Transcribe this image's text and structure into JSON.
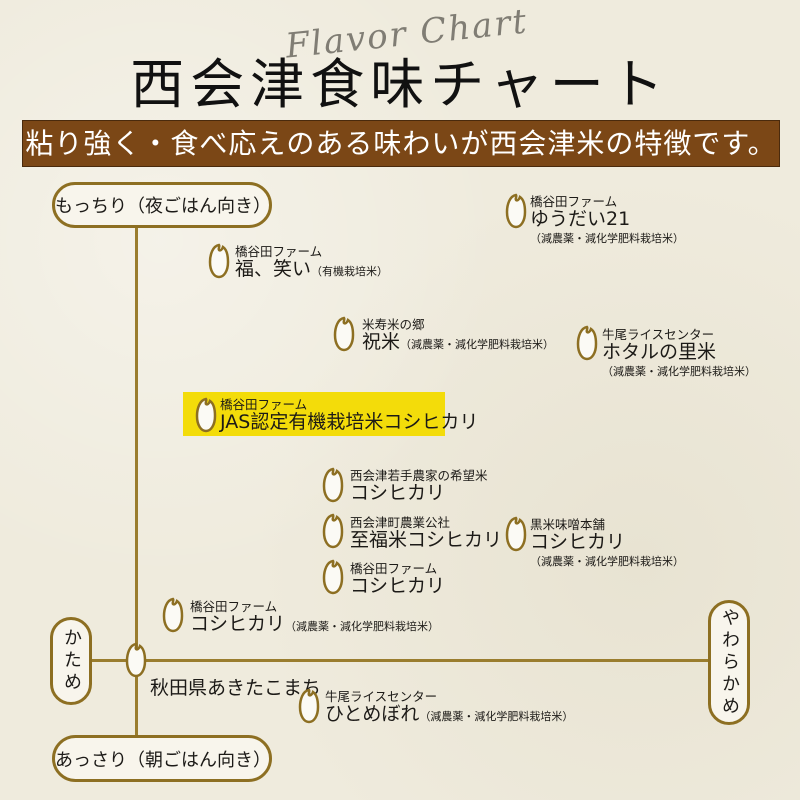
{
  "header": {
    "script_title": "Flavor Chart",
    "title": "西会津食味チャート",
    "banner": "粘り強く・食べ応えのある味わいが西会津米の特徴です。"
  },
  "axes": {
    "top": "もっちり（夜ごはん向き）",
    "bottom": "あっさり（朝ごはん向き）",
    "left": "かため",
    "right": "やわらかめ"
  },
  "colors": {
    "banner": "#7b4716",
    "axis": "#9a7d2e",
    "highlight": "#f3dc0a"
  },
  "items": [
    {
      "producer": "橋谷田ファーム",
      "name": "ゆうだい21",
      "note": "（減農薬・減化学肥料栽培米）",
      "note_inline": false
    },
    {
      "producer": "橋谷田ファーム",
      "name": "福、笑い",
      "note": "（有機栽培米）",
      "note_inline": true
    },
    {
      "producer": "米寿米の郷",
      "name": "祝米",
      "note": "（減農薬・減化学肥料栽培米）",
      "note_inline": true
    },
    {
      "producer": "牛尾ライスセンター",
      "name": "ホタルの里米",
      "note": "（減農薬・減化学肥料栽培米）",
      "note_inline": false
    },
    {
      "producer": "橋谷田ファーム",
      "name": "JAS認定有機栽培米コシヒカリ",
      "note": null,
      "highlighted": true
    },
    {
      "producer": "西会津若手農家の希望米",
      "name": "コシヒカリ",
      "note": null
    },
    {
      "producer": "西会津町農業公社",
      "name": "至福米コシヒカリ",
      "note": null
    },
    {
      "producer": "黒米味噌本舗",
      "name": "コシヒカリ",
      "note": "（減農薬・減化学肥料栽培米）",
      "note_inline": false
    },
    {
      "producer": "橋谷田ファーム",
      "name": "コシヒカリ",
      "note": null
    },
    {
      "producer": "橋谷田ファーム",
      "name": "コシヒカリ",
      "note": "（減農薬・減化学肥料栽培米）",
      "note_inline": true
    },
    {
      "producer": null,
      "name": "秋田県あきたこまち",
      "note": null
    },
    {
      "producer": "牛尾ライスセンター",
      "name": "ひとめぼれ",
      "note": "（減農薬・減化学肥料栽培米）",
      "note_inline": true
    }
  ]
}
